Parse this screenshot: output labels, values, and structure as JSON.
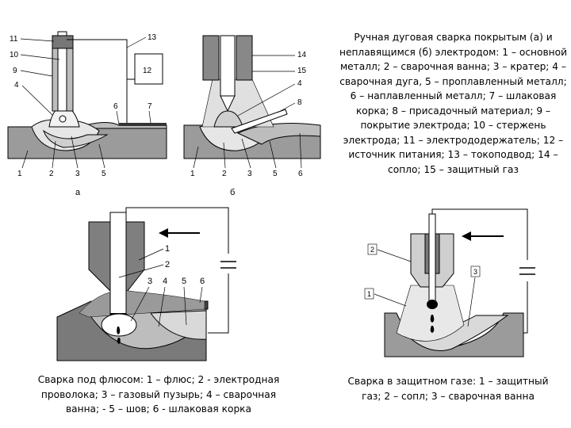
{
  "captions": {
    "top": "Ручная дуговая сварка покрытым (а) и неплавящимся (б) электродом: 1 – основной металл; 2 – сварочная ванна; 3 – кратер; 4 – сварочная дуга, 5 – проплавленный металл; 6 – наплавленный металл; 7 – шлаковая корка; 8 – присадочный материал; 9 – покрытие электрода; 10 – стержень электрода; 11 – электрододержатель; 12 – источник питания; 13 – токоподвод; 14 – сопло; 15 – защитный газ",
    "bottom_left": "Сварка под флюсом: 1 – флюс; 2 - электродная проволока; 3 – газовый пузырь; 4 – сварочная ванна; - 5 – шов;  6 - шлаковая корка",
    "bottom_right": "Сварка в защитном газе: 1 – защитный газ; 2 – сопл; 3 – сварочная ванна"
  },
  "diagram_a": {
    "labels": [
      "11",
      "10",
      "9",
      "4",
      "13",
      "12",
      "6",
      "7",
      "1",
      "2",
      "3",
      "5"
    ],
    "sublabel": "а"
  },
  "diagram_b": {
    "labels": [
      "14",
      "15",
      "4",
      "8",
      "1",
      "2",
      "3",
      "5",
      "6"
    ],
    "sublabel": "б"
  },
  "diagram_flux": {
    "labels": [
      "1",
      "2",
      "3",
      "4",
      "5",
      "6"
    ]
  },
  "diagram_gas": {
    "labels": [
      "2",
      "1",
      "3"
    ]
  },
  "colors": {
    "metal": "#9b9b9b",
    "dark": "#555555",
    "light": "#d9d9d9",
    "pool": "#e6e6e6",
    "line": "#000000"
  }
}
